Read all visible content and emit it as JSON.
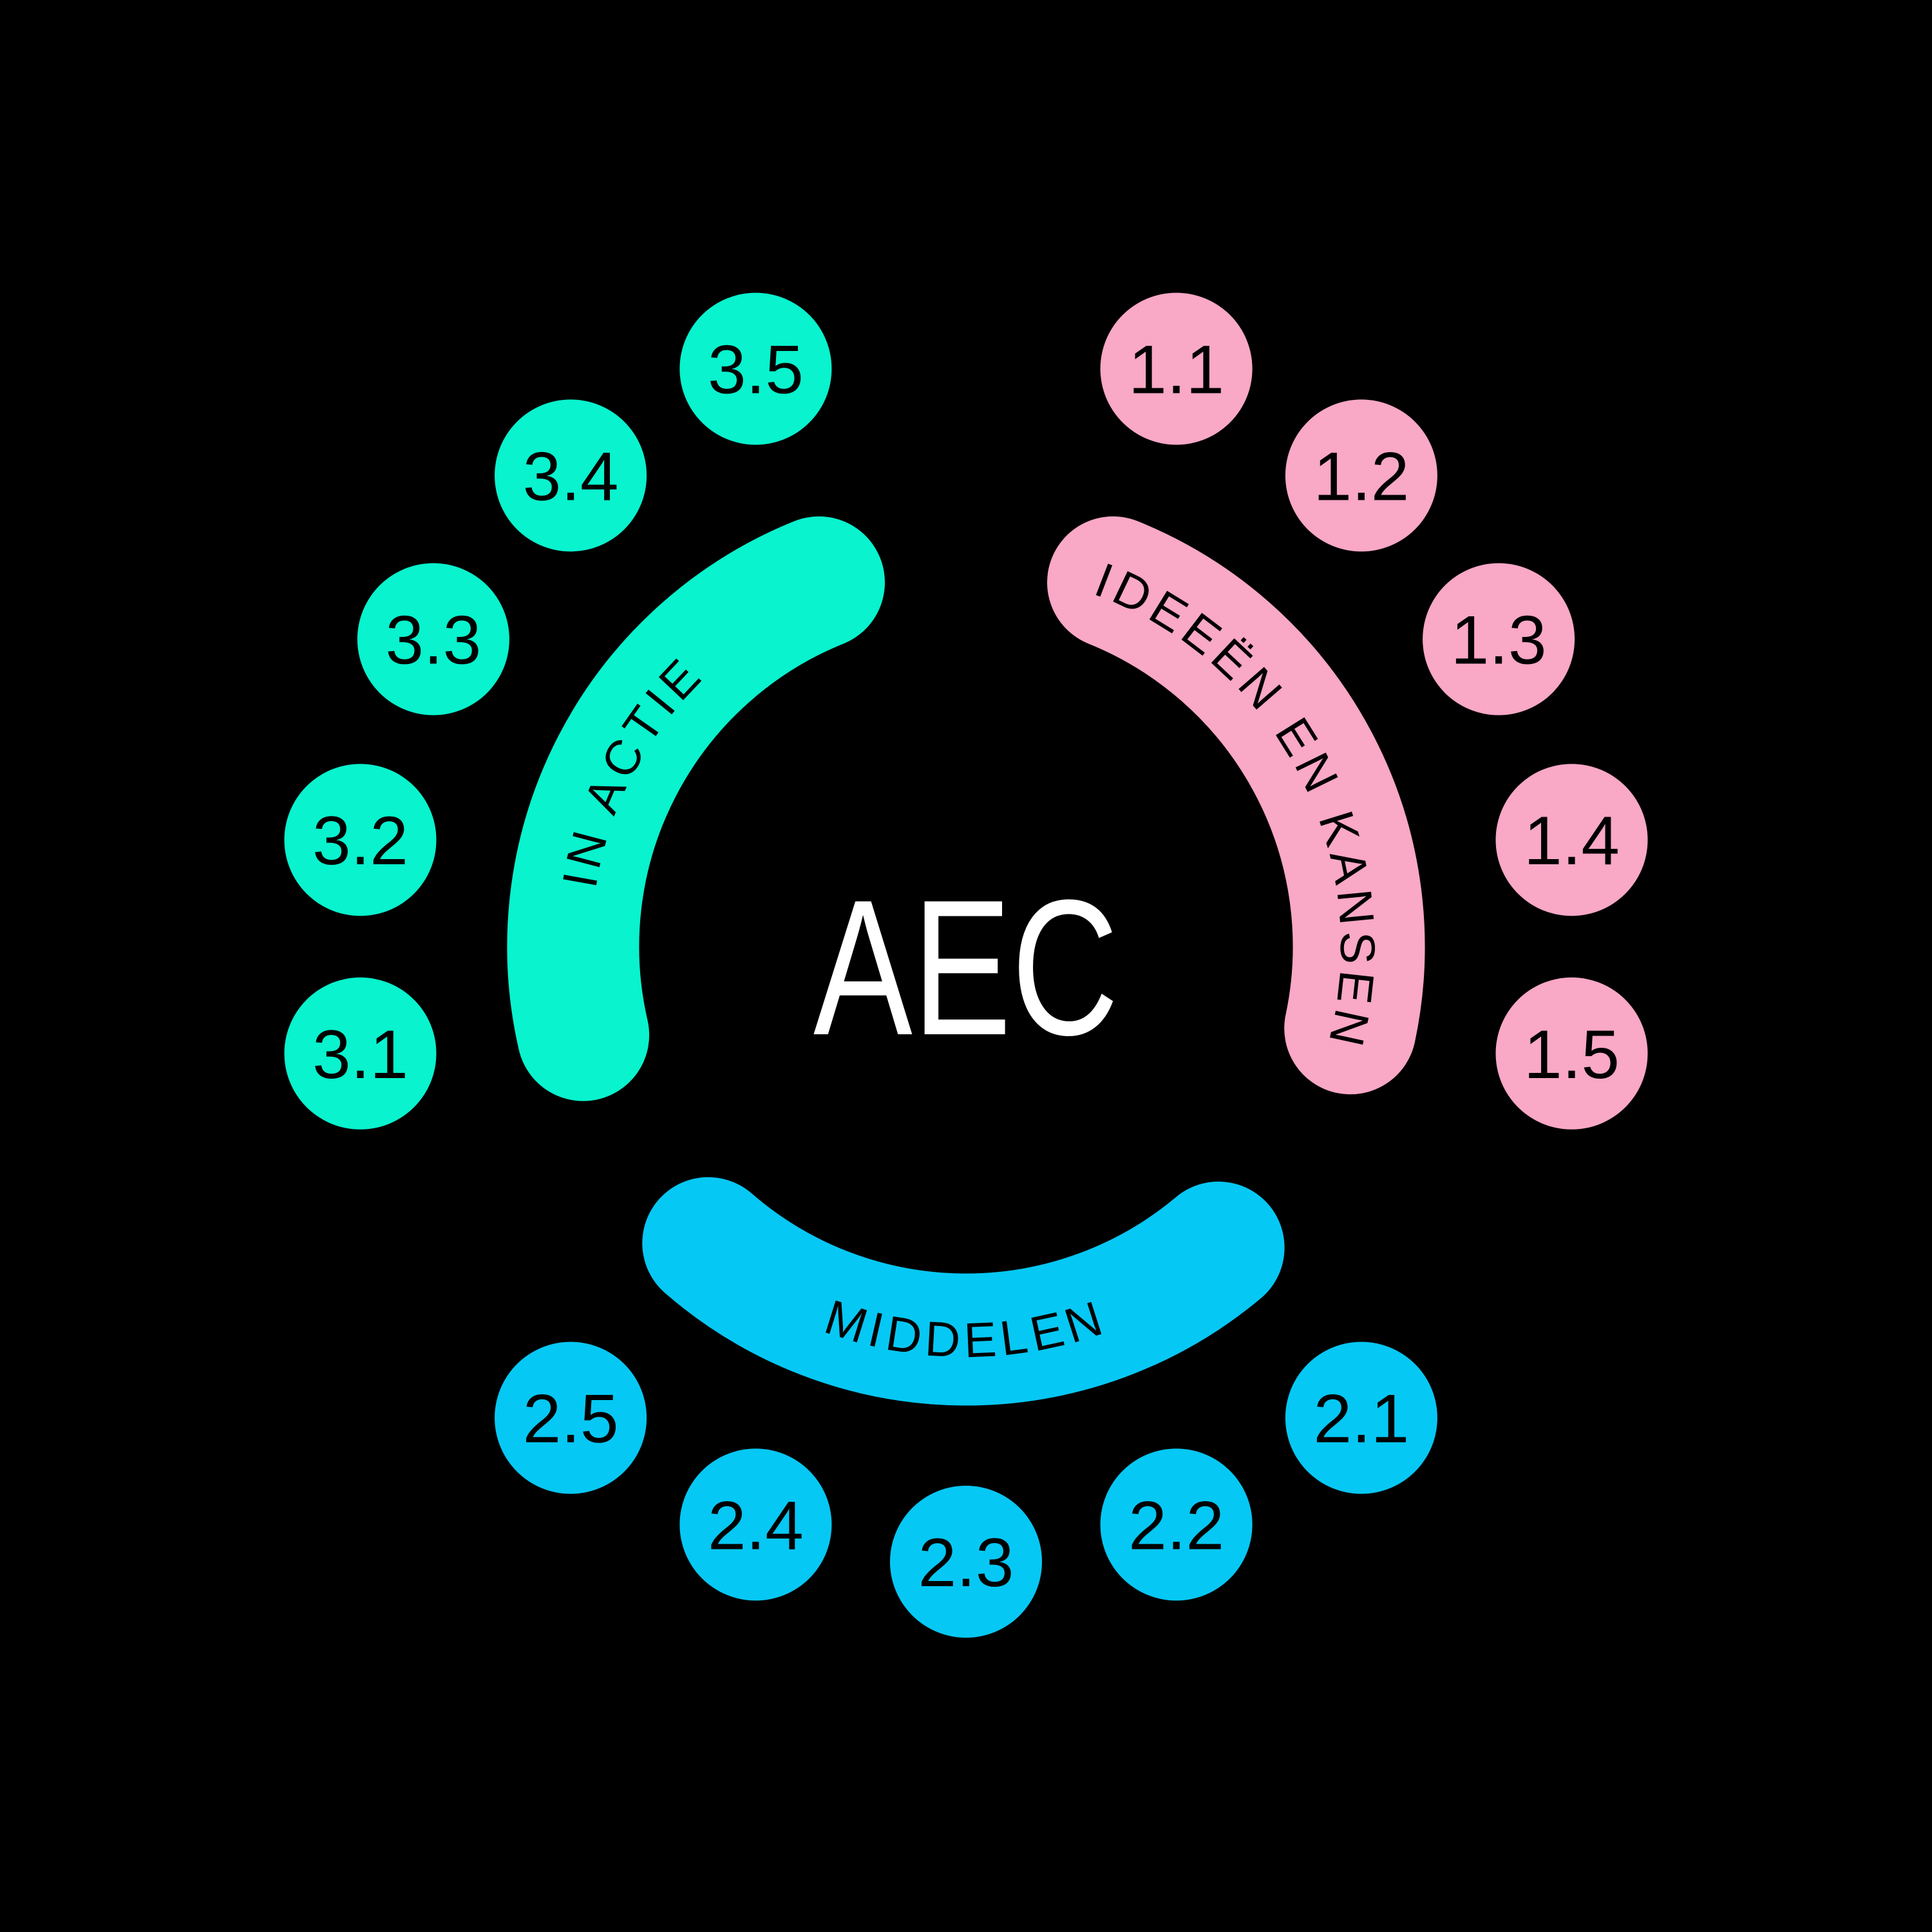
{
  "canvas": {
    "background": "#000000"
  },
  "center_label": {
    "text": "AEC",
    "color": "#ffffff"
  },
  "label_text_color": "#000000",
  "segments": [
    {
      "id": "ideeen-en-kansen",
      "label": "IDEEËN EN KANSEN",
      "color": "#f9a8c6",
      "items": [
        "1.1",
        "1.2",
        "1.3",
        "1.4",
        "1.5"
      ]
    },
    {
      "id": "middelen",
      "label": "MIDDELEN",
      "color": "#06c8f4",
      "items": [
        "2.1",
        "2.2",
        "2.3",
        "2.4",
        "2.5"
      ]
    },
    {
      "id": "in-actie",
      "label": "IN ACTIE",
      "color": "#08f3ce",
      "items": [
        "3.1",
        "3.2",
        "3.3",
        "3.4",
        "3.5"
      ]
    }
  ]
}
